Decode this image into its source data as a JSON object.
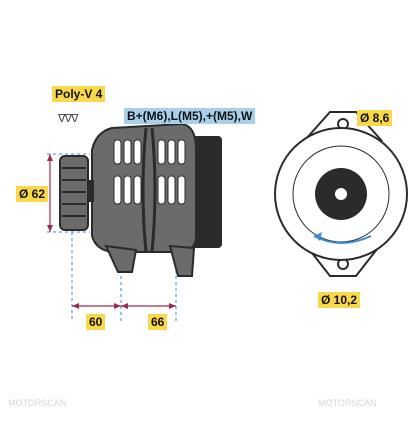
{
  "labels": {
    "belt_profile": "Poly-V 4",
    "terminals": "B+(M6),L(M5),+(M5),W",
    "pulley_diameter": "Ø 62",
    "dim_a": "60",
    "dim_b": "66",
    "hole_small": "Ø 8,6",
    "hole_large": "Ø 10,2",
    "belt_icon": "ᐁᐁᐁ"
  },
  "watermark": {
    "left": "MOTORSCAN",
    "right": "MOTORSCAN"
  },
  "colors": {
    "tag_yellow": "#f9d84a",
    "tag_blue": "#a9d0ea",
    "body_gray": "#6b6b6b",
    "dark_gray": "#2b2b2b",
    "dim_line": "#9c2a4e",
    "arrow_blue": "#3b8ed6"
  }
}
